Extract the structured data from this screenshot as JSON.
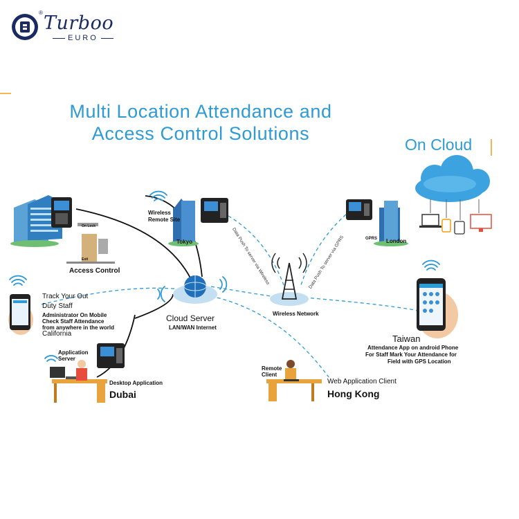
{
  "brand": {
    "name": "Turboo",
    "subtitle": "EURO",
    "trademark": "®"
  },
  "title": {
    "line1": "Multi Location Attendance and",
    "line2": "Access Control Solutions"
  },
  "on_cloud": "On Cloud",
  "nodes": {
    "access_control": {
      "label": "Access Control",
      "on_lock": "On Lock",
      "exit": "Exit"
    },
    "tokyo": {
      "wireless_line1": "Wireless",
      "wireless_line2": "Remote Site",
      "city": "Tokyo"
    },
    "london": {
      "gprs": "GPRS",
      "city": "London"
    },
    "cloud_server": {
      "title": "Cloud Server",
      "subtitle": "LAN/WAN Internet"
    },
    "wireless_network": {
      "label": "Wireless Network"
    },
    "california": {
      "line1": "Track Your Out",
      "line2": "Duty Staff",
      "line3": "Administrator On Mobile",
      "line4": "Check Staff Attendance",
      "line5": "from anywhere in the world",
      "city": "California"
    },
    "dubai": {
      "server_line1": "Application",
      "server_line2": "Server",
      "desktop": "Desktop Application",
      "city": "Dubai"
    },
    "hong_kong": {
      "remote_line1": "Remote",
      "remote_line2": "Client",
      "web": "Web Application Client",
      "city": "Hong Kong"
    },
    "taiwan": {
      "city": "Taiwan",
      "line1": "Attendance App on android Phone",
      "line2": "For Staff Mark Your Attendance for",
      "line3": "Field with GPS Location"
    }
  },
  "links": {
    "tokyo_push": "Data Push To server via Wireless",
    "london_push": "Data Push To server via GPRS"
  },
  "colors": {
    "accent": "#2e9ad6",
    "brand": "#1a2a63",
    "orange": "#f39c12",
    "desk": "#e8a33c"
  }
}
